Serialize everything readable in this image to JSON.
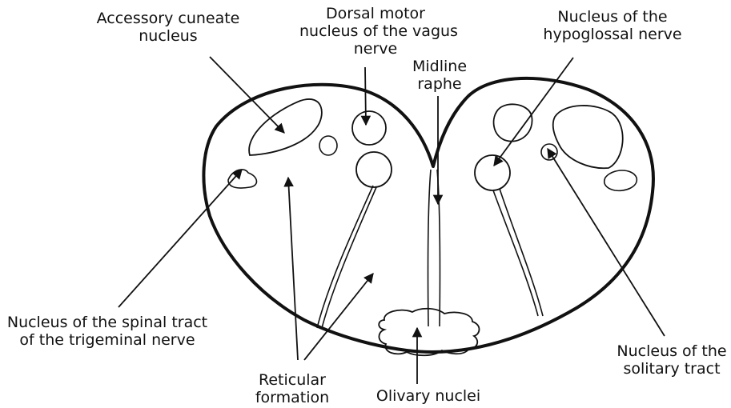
{
  "labels": {
    "accessory_cuneate": [
      "Accessory cuneate",
      "nucleus"
    ],
    "dorsal_motor": [
      "Dorsal motor",
      "nucleus of the vagus",
      "nerve"
    ],
    "midline_raphe": [
      "Midline",
      "raphe"
    ],
    "hypoglossal": [
      "Nucleus of the",
      "hypoglossal nerve"
    ],
    "spinal_trigeminal": [
      "Nucleus of the spinal tract",
      "of the trigeminal nerve"
    ],
    "reticular": [
      "Reticular",
      "formation"
    ],
    "olivary": [
      "Olivary nuclei"
    ],
    "solitary": [
      "Nucleus of the",
      "solitary tract"
    ]
  },
  "colors": {
    "ink": "#111111",
    "background": "#ffffff"
  }
}
